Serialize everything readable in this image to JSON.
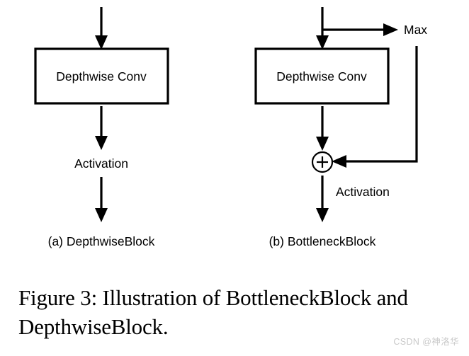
{
  "figure": {
    "caption": "Figure 3: Illustration of BottleneckBlock and DepthwiseBlock.",
    "watermark": "CSDN @神洛华",
    "background_color": "#ffffff",
    "stroke_color": "#000000",
    "watermark_color": "#c9c9c9"
  },
  "panels": [
    {
      "id": "a",
      "subcaption": "(a) DepthwiseBlock",
      "block_label": "Depthwise Conv",
      "activation_label": "Activation",
      "input_arrow": "input-arrow",
      "output_arrow": "output-arrow"
    },
    {
      "id": "b",
      "subcaption": "(b) BottleneckBlock",
      "block_label": "Depthwise Conv",
      "activation_label": "Activation",
      "branch_label": "Max",
      "sum_symbol": "+",
      "input_arrow": "input-arrow",
      "output_arrow": "output-arrow"
    }
  ]
}
